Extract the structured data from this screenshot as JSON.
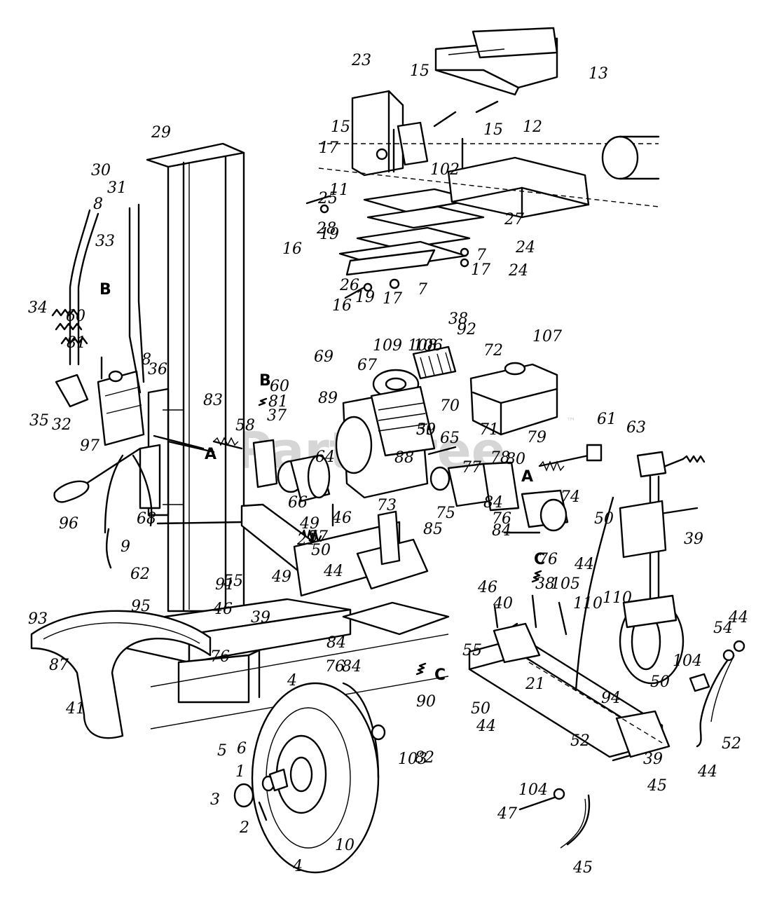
{
  "diagram": {
    "watermark": {
      "text": "PartsTree",
      "trademark": "™"
    },
    "connector_letters": [
      "A",
      "A",
      "B",
      "B",
      "C",
      "C"
    ],
    "part_labels": [
      "2",
      "3",
      "1",
      "5",
      "6",
      "4",
      "4",
      "10",
      "103",
      "13",
      "12",
      "15",
      "15",
      "15",
      "23",
      "17",
      "102",
      "11",
      "25",
      "27",
      "28",
      "24",
      "24",
      "7",
      "7",
      "17",
      "17",
      "16",
      "16",
      "19",
      "19",
      "26",
      "29",
      "30",
      "31",
      "8",
      "8",
      "33",
      "34",
      "60",
      "60",
      "81",
      "81",
      "37",
      "35",
      "32",
      "36",
      "83",
      "58",
      "97",
      "96",
      "9",
      "68",
      "66",
      "57",
      "46",
      "46",
      "46",
      "21",
      "21",
      "49",
      "49",
      "50",
      "50",
      "50",
      "50",
      "50",
      "55",
      "55",
      "91",
      "62",
      "95",
      "93",
      "39",
      "39",
      "39",
      "39",
      "44",
      "44",
      "44",
      "44",
      "44",
      "84",
      "84",
      "84",
      "84",
      "76",
      "76",
      "76",
      "76",
      "87",
      "90",
      "82",
      "38",
      "38",
      "108",
      "109",
      "106",
      "92",
      "72",
      "107",
      "69",
      "67",
      "89",
      "70",
      "71",
      "65",
      "64",
      "88",
      "77",
      "78",
      "80",
      "73",
      "75",
      "85",
      "74",
      "79",
      "61",
      "63",
      "105",
      "110",
      "110",
      "40",
      "94",
      "54",
      "104",
      "104",
      "52",
      "52",
      "45",
      "45",
      "47",
      "41",
      "86"
    ]
  }
}
